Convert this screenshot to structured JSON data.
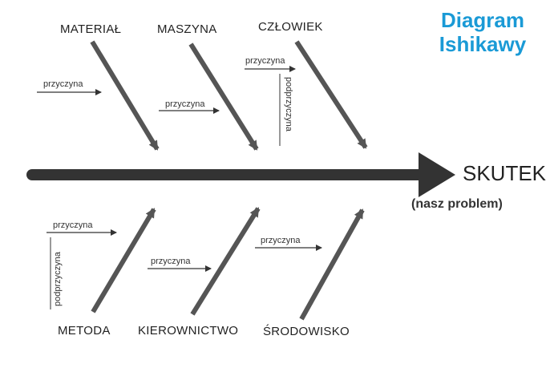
{
  "title": {
    "line1": "Diagram",
    "line2": "Ishikawy",
    "color": "#1a9ad6"
  },
  "effect": {
    "label": "SKUTEK",
    "note": "(nasz problem)"
  },
  "categories": {
    "top": [
      "MATERIAŁ",
      "MASZYNA",
      "CZŁOWIEK"
    ],
    "bottom": [
      "METODA",
      "KIEROWNICTWO",
      "ŚRODOWISKO"
    ]
  },
  "causes": {
    "cause_label": "przyczyna",
    "subcause_label": "podprzyczyna"
  },
  "colors": {
    "spine": "#333333",
    "bones": "#555555",
    "arrows": "#333333"
  }
}
